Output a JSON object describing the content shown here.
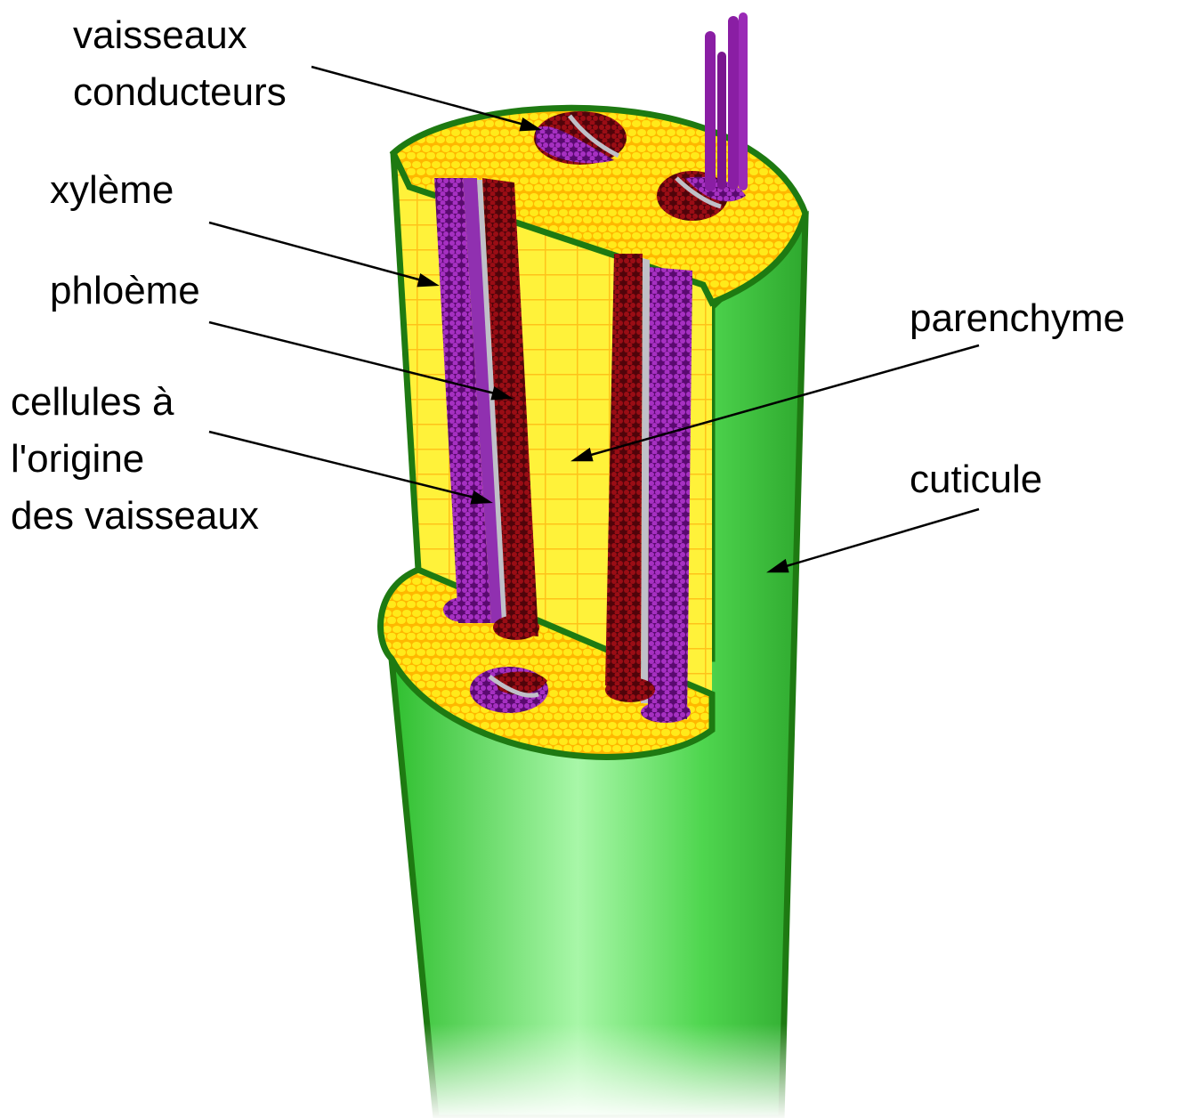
{
  "labels": {
    "vaisseaux_conducteurs": [
      "vaisseaux",
      "conducteurs"
    ],
    "xyleme": "xylème",
    "phloeme": "phloème",
    "cellules_origine": [
      "cellules à",
      "l'origine",
      "des vaisseaux"
    ],
    "parenchyme": "parenchyme",
    "cuticule": "cuticule"
  },
  "colors": {
    "stem_green": "#3fd03f",
    "stem_highlight": "#a8f7a8",
    "cuticle_outline": "#1e7a12",
    "parenchyma_yellow": "#ffea1a",
    "parenchyma_orange": "#ffb800",
    "xylem_purple": "#8a1ea4",
    "phloem_red": "#8c0a12",
    "cambium_grey": "#c0c0c8"
  }
}
